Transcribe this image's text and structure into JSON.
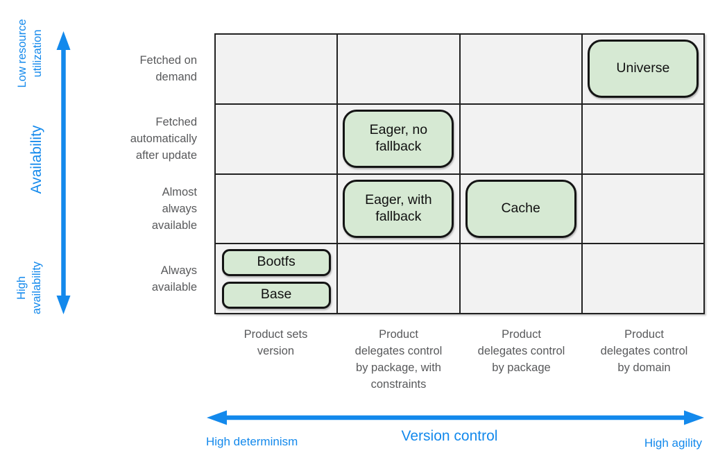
{
  "colors": {
    "accent_blue": "#1389ec",
    "label_gray": "#58595b",
    "badge_green": "#d6e9d3",
    "badge_border": "#141414",
    "grid_line": "#212121",
    "cell_bg": "#f2f2f2"
  },
  "y_axis": {
    "title": "Availability",
    "top_label": "Low resource\nutilization",
    "bottom_label": "High\navailability"
  },
  "x_axis": {
    "title": "Version control",
    "left_label": "High determinism",
    "right_label": "High agility"
  },
  "matrix": {
    "row_labels": [
      "Fetched on\ndemand",
      "Fetched\nautomatically\nafter update",
      "Almost\nalways\navailable",
      "Always\navailable"
    ],
    "column_labels": [
      "Product sets\nversion",
      "Product\ndelegates control\nby package, with\nconstraints",
      "Product\ndelegates control\nby package",
      "Product\ndelegates control\nby domain"
    ],
    "badges": [
      {
        "label": "Universe",
        "row": 1,
        "col": 4,
        "size": "tall"
      },
      {
        "label": "Eager, no\nfallback",
        "row": 2,
        "col": 2,
        "size": "tall"
      },
      {
        "label": "Eager, with\nfallback",
        "row": 3,
        "col": 2,
        "size": "tall"
      },
      {
        "label": "Cache",
        "row": 3,
        "col": 3,
        "size": "tall"
      },
      {
        "label": "Bootfs",
        "row": 4,
        "col": 1,
        "size": "short"
      },
      {
        "label": "Base",
        "row": 4,
        "col": 1,
        "size": "short"
      }
    ]
  }
}
